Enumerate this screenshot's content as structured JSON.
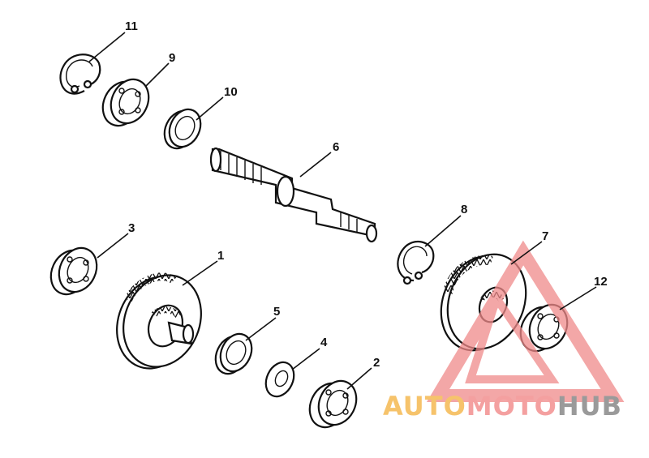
{
  "callouts": [
    "1",
    "2",
    "3",
    "4",
    "5",
    "6",
    "7",
    "8",
    "9",
    "10",
    "11",
    "12"
  ],
  "watermark": {
    "part1": "AUTO",
    "part2": "MOTO",
    "part3": "HUB",
    "color1": "#f6c36b",
    "color2": "#f4a0a0",
    "color3": "#9a9a9a",
    "triangle_color": "#f08a8a"
  }
}
